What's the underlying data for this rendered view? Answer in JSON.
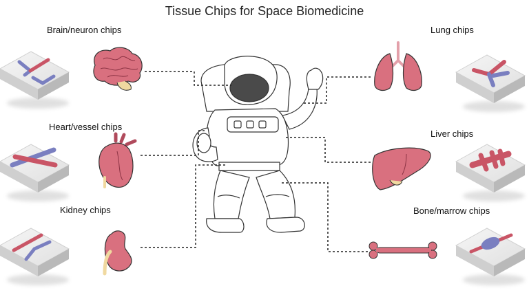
{
  "title": "Tissue Chips for Space Biomedicine",
  "chips": [
    {
      "label": "Brain/neuron chips"
    },
    {
      "label": "Heart/vessel chips"
    },
    {
      "label": "Kidney chips"
    },
    {
      "label": "Lung chips"
    },
    {
      "label": "Liver chips"
    },
    {
      "label": "Bone/marrow chips"
    }
  ],
  "colors": {
    "organ": "#d9707f",
    "organ_dark": "#b04a5c",
    "channel_red": "#c95566",
    "channel_blue": "#7a7fc0",
    "chip_face": "#ececec",
    "chip_side": "#c9c9c9",
    "visor": "#4a4a4a"
  }
}
